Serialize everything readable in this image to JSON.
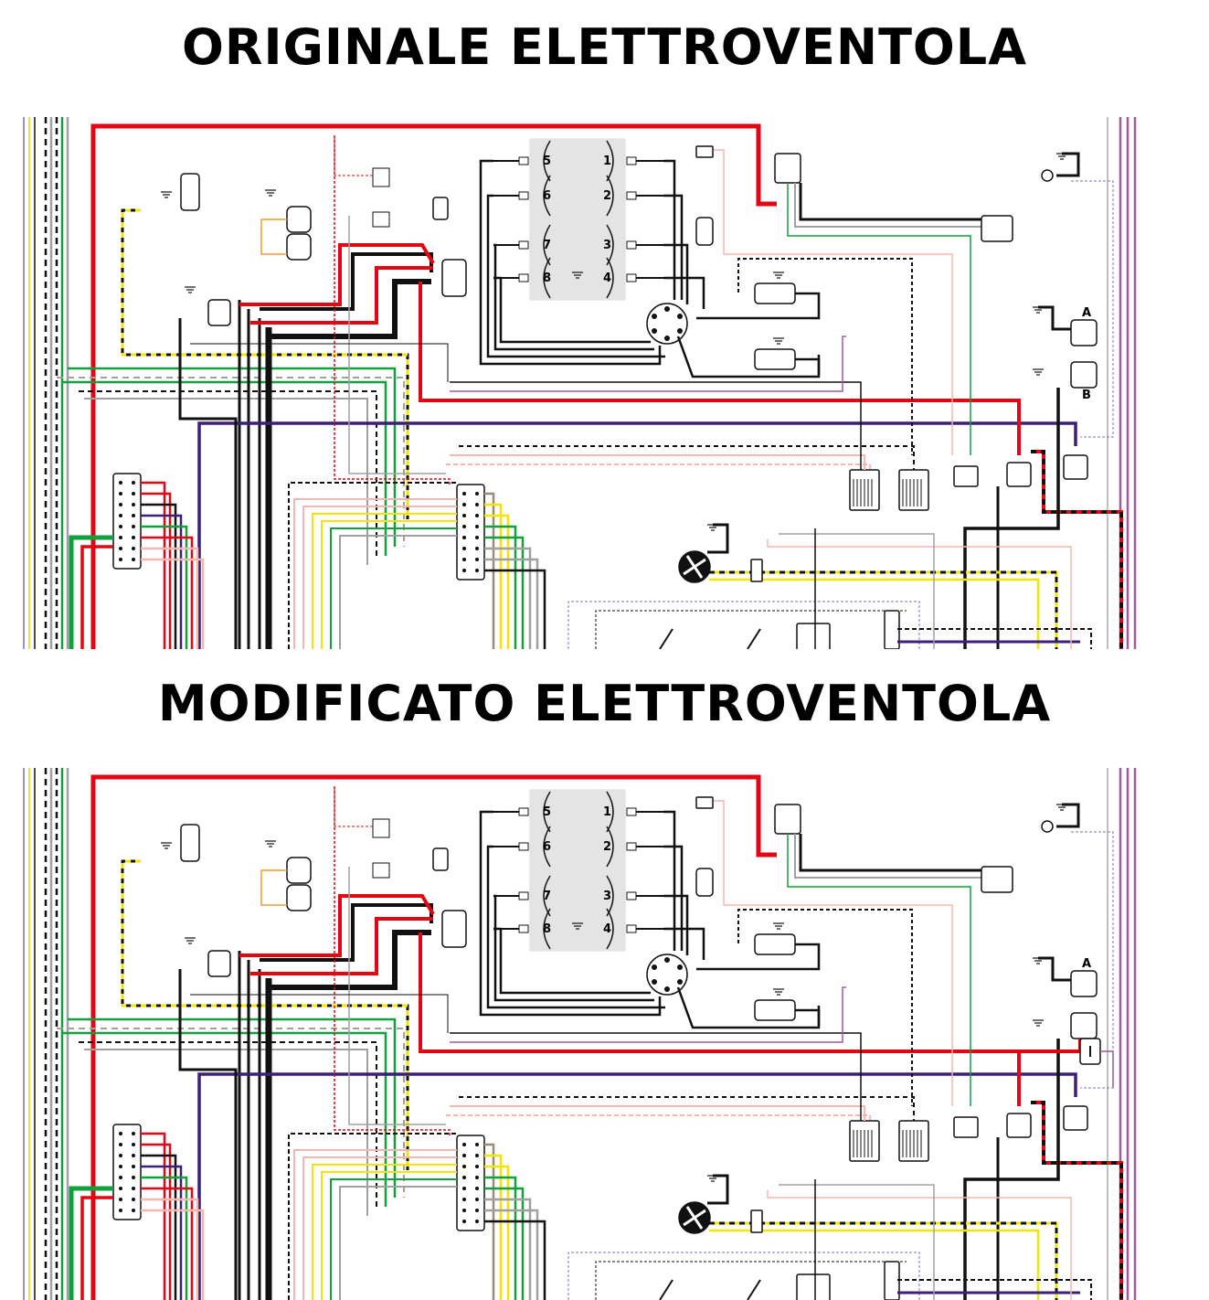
{
  "titles": {
    "top": "ORIGINALE ELETTROVENTOLA",
    "bottom": "MODIFICATO ELETTROVENTOLA"
  },
  "engine": {
    "left_cylinders": [
      "5",
      "6",
      "7",
      "8"
    ],
    "right_cylinders": [
      "1",
      "2",
      "3",
      "4"
    ]
  },
  "connector_letters": {
    "relay_top": "A",
    "relay_bottom": "B"
  },
  "wire_colors": {
    "red": "#e30613",
    "black": "#111111",
    "purple": "#3d1f7a",
    "green": "#12a03c",
    "yellow": "#f2e600",
    "pink": "#f4b6ae",
    "grey": "#a0a0a0",
    "brown": "#9a8b7c",
    "orange": "#f39c32",
    "violet": "#a35a9e",
    "lilac": "#7b6fc4"
  }
}
